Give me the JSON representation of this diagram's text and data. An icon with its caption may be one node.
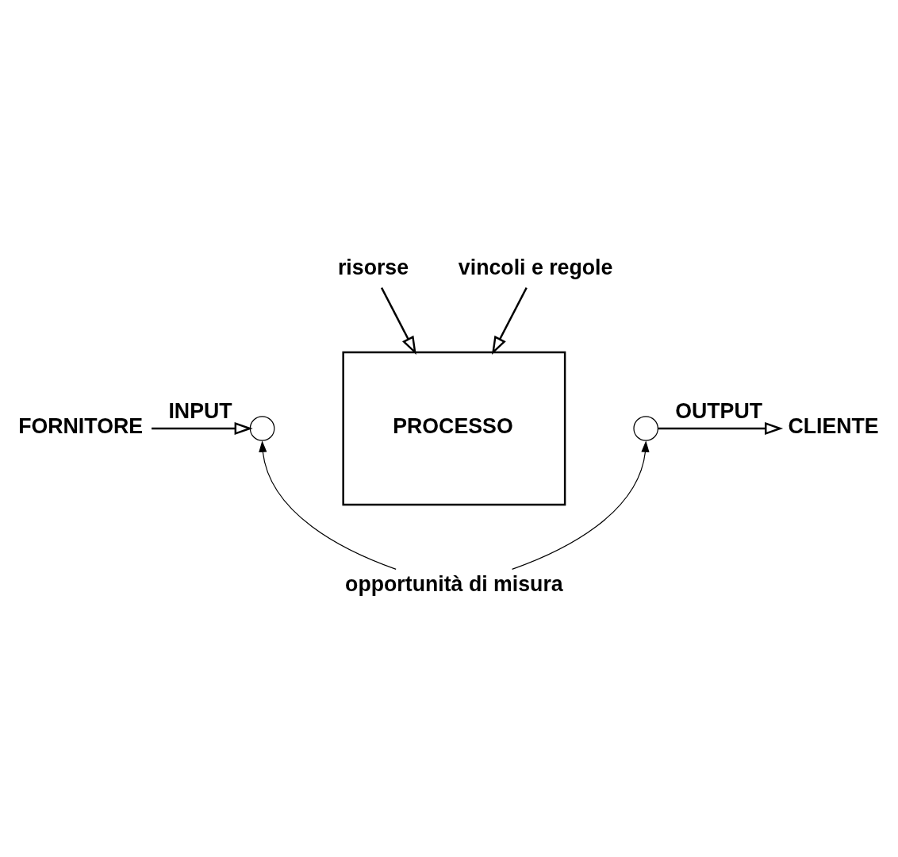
{
  "diagram": {
    "nodes": [
      {
        "text": [
          "risorse"
        ]
      },
      {
        "text": [
          "vincoli e regole"
        ]
      },
      {
        "text": [
          "FORNITORE"
        ]
      },
      {
        "text": [],
        "shape": "circle"
      },
      {
        "text": [
          "PROCESSO"
        ]
      },
      {
        "text": [],
        "shape": "circle"
      },
      {
        "text": [
          "CLIENTE"
        ]
      },
      {
        "text": [
          "opportunità di misura"
        ]
      }
    ],
    "edges": [
      {
        "from": 0,
        "to": 4,
        "arrow": "to"
      },
      {
        "from": 1,
        "to": 4,
        "arrow": "to"
      },
      {
        "from": 2,
        "to": 3,
        "arrow": "to",
        "label": "INPUT"
      },
      {
        "from": 5,
        "to": 6,
        "arrow": "to",
        "label": "OUTPUT"
      },
      {
        "from": 7,
        "to": 3,
        "arrow": "to"
      },
      {
        "from": 7,
        "to": 5,
        "arrow": "to"
      }
    ]
  }
}
